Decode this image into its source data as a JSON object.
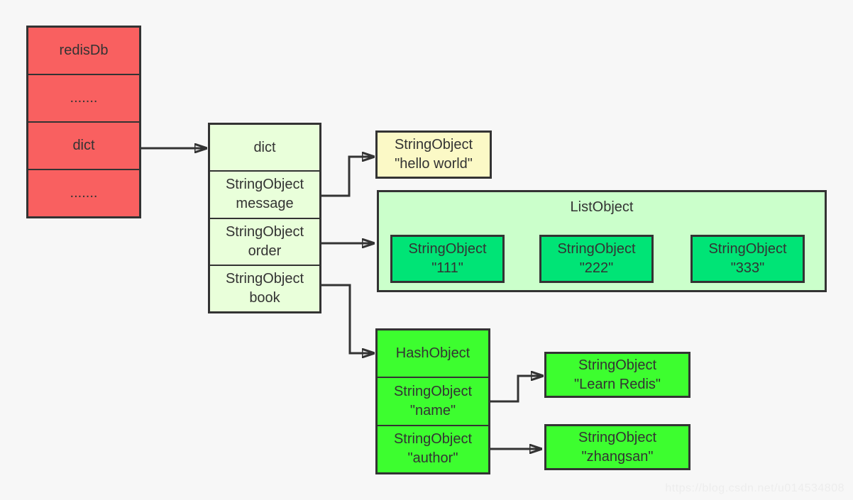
{
  "colors": {
    "bg": "#F7F7F7",
    "line": "#333333",
    "text": "#333333",
    "red": "#F96060",
    "pale-green": "#E9FFDA",
    "pale-yellow": "#FBF9C6",
    "list-bg": "#CBFFCB",
    "spring-green": "#00E476",
    "bright-green": "#3DFE2F",
    "watermark": "#EDEDED"
  },
  "red_table": {
    "rows": [
      "redisDb",
      ".......",
      "dict",
      "......."
    ]
  },
  "dict_table": {
    "rows": [
      [
        "dict"
      ],
      [
        "StringObject",
        "message"
      ],
      [
        "StringObject",
        "order"
      ],
      [
        "StringObject",
        "book"
      ]
    ]
  },
  "hello_box": {
    "lines": [
      "StringObject",
      "\"hello world\""
    ]
  },
  "list_object": {
    "title": "ListObject",
    "items": [
      [
        "StringObject",
        "\"111\""
      ],
      [
        "StringObject",
        "\"222\""
      ],
      [
        "StringObject",
        "\"333\""
      ]
    ]
  },
  "hash_table": {
    "rows": [
      [
        "HashObject"
      ],
      [
        "StringObject",
        "\"name\""
      ],
      [
        "StringObject",
        "\"author\""
      ]
    ]
  },
  "learn_box": {
    "lines": [
      "StringObject",
      "\"Learn Redis\""
    ]
  },
  "zhangsan_box": {
    "lines": [
      "StringObject",
      "\"zhangsan\""
    ]
  },
  "watermark": {
    "text": "https://blog.csdn.net/u014534808"
  }
}
